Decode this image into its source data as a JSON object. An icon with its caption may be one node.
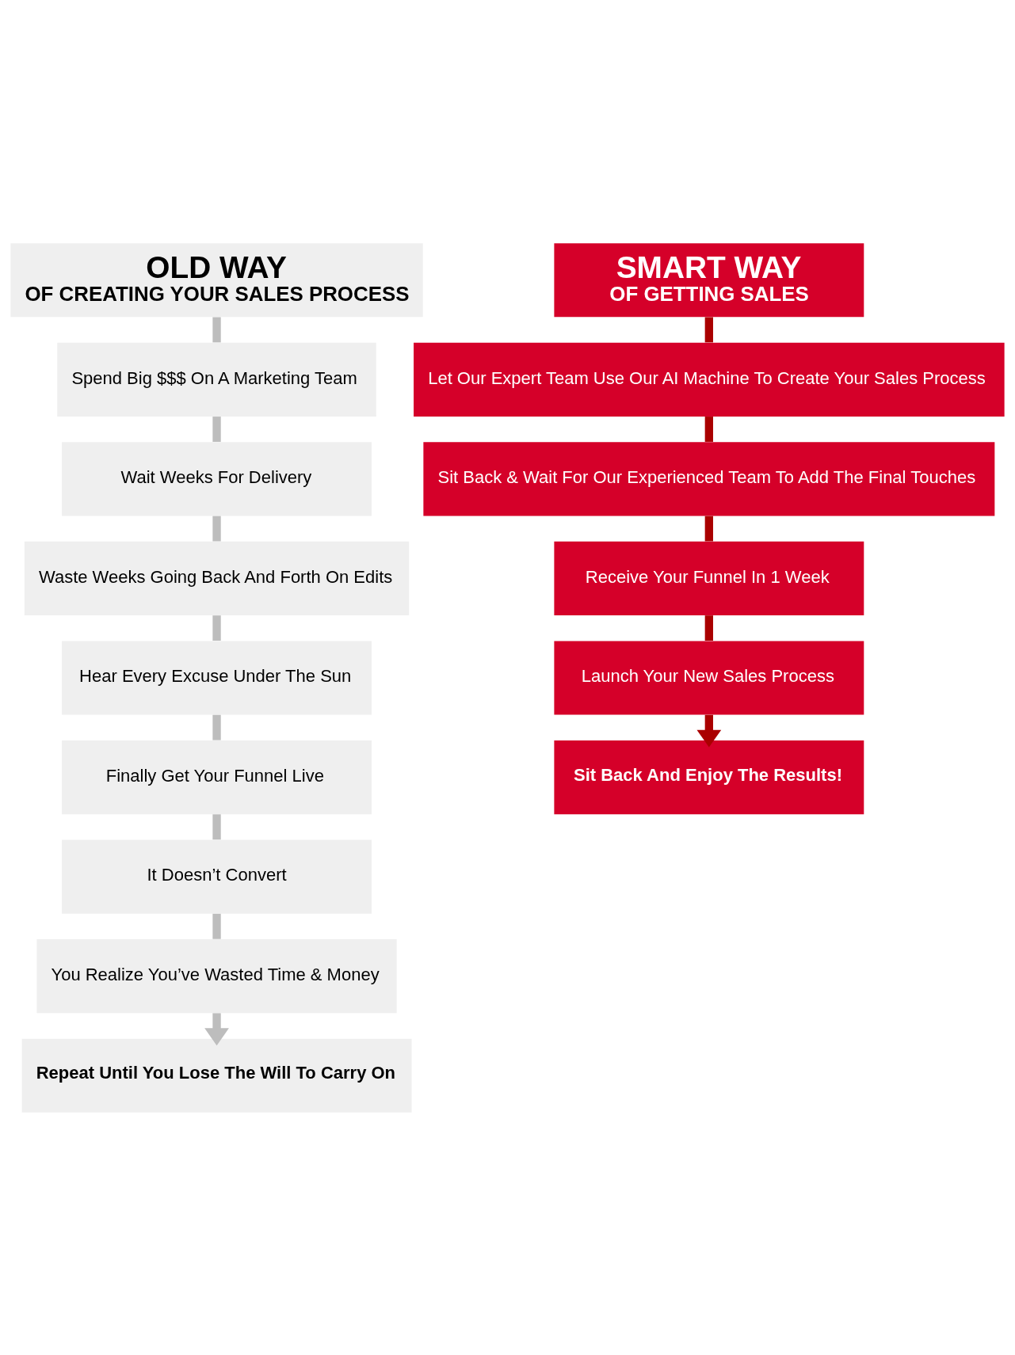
{
  "diagram": {
    "nodes": [
      {
        "text": [
          "OLD WAY",
          "OF CREATING YOUR SALES PROCESS"
        ]
      },
      {
        "text": [
          "Spend Big $$$ On A Marketing Team"
        ]
      },
      {
        "text": [
          "Wait Weeks For Delivery"
        ]
      },
      {
        "text": [
          "Waste Weeks Going Back And Forth On Edits"
        ]
      },
      {
        "text": [
          "Hear Every Excuse Under The Sun"
        ]
      },
      {
        "text": [
          "Finally Get Your Funnel Live"
        ]
      },
      {
        "text": [
          "It Doesn’t Convert"
        ]
      },
      {
        "text": [
          "You Realize You’ve Wasted Time & Money"
        ]
      },
      {
        "text": [
          "Repeat Until You Lose The Will To Carry On"
        ]
      },
      {
        "text": [
          "SMART WAY",
          "OF GETTING SALES"
        ]
      },
      {
        "text": [
          "Let Our Expert Team Use Our AI Machine To Create Your Sales Process"
        ]
      },
      {
        "text": [
          "Sit Back & Wait For Our Experienced Team To Add The Final Touches"
        ]
      },
      {
        "text": [
          "Receive Your Funnel In 1 Week"
        ]
      },
      {
        "text": [
          "Launch Your New Sales Process"
        ]
      },
      {
        "text": [
          "Sit Back And Enjoy The Results!"
        ]
      }
    ],
    "edges": [
      {
        "from": 0,
        "to": 1,
        "arrow": "none"
      },
      {
        "from": 1,
        "to": 2,
        "arrow": "none"
      },
      {
        "from": 2,
        "to": 3,
        "arrow": "none"
      },
      {
        "from": 3,
        "to": 4,
        "arrow": "none"
      },
      {
        "from": 4,
        "to": 5,
        "arrow": "none"
      },
      {
        "from": 5,
        "to": 6,
        "arrow": "none"
      },
      {
        "from": 6,
        "to": 7,
        "arrow": "none"
      },
      {
        "from": 7,
        "to": 8,
        "arrow": "to"
      },
      {
        "from": 9,
        "to": 10,
        "arrow": "none",
        "color": "#aa0000"
      },
      {
        "from": 10,
        "to": 11,
        "arrow": "none",
        "color": "#aa0000"
      },
      {
        "from": 11,
        "to": 12,
        "arrow": "none",
        "color": "#aa0000"
      },
      {
        "from": 12,
        "to": 13,
        "arrow": "none",
        "color": "#aa0000"
      },
      {
        "from": 13,
        "to": 14,
        "arrow": "to",
        "color": "#aa0000"
      }
    ]
  }
}
